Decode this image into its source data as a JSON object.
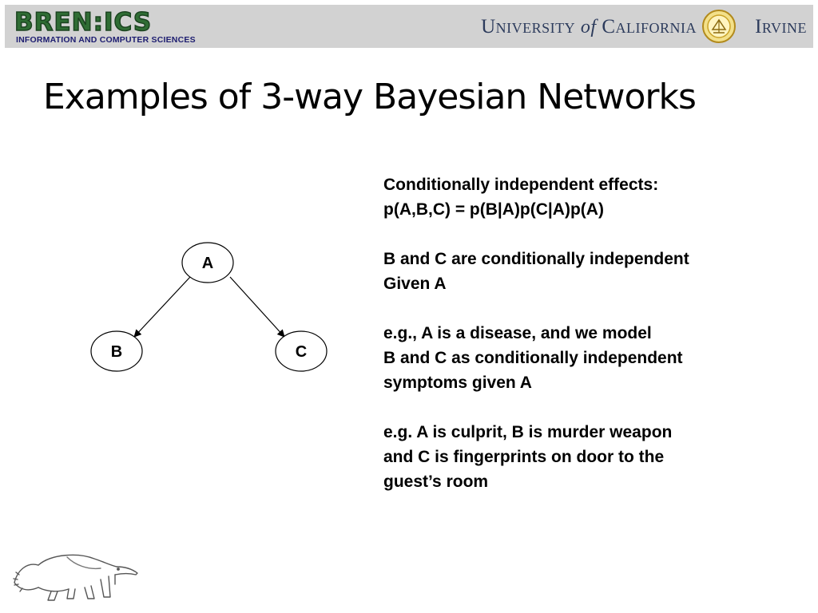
{
  "header": {
    "bren_logo_text": "BREN:ICS",
    "bren_subtitle": "INFORMATION AND COMPUTER SCIENCES",
    "uci_university": "University",
    "uci_of": "of",
    "uci_california": "California",
    "uci_irvine": "Irvine"
  },
  "title": "Examples of 3-way Bayesian Networks",
  "diagram": {
    "nodes": [
      {
        "id": "A",
        "label": "A"
      },
      {
        "id": "B",
        "label": "B"
      },
      {
        "id": "C",
        "label": "C"
      }
    ],
    "edges": [
      {
        "from": "A",
        "to": "B"
      },
      {
        "from": "A",
        "to": "C"
      }
    ]
  },
  "text": {
    "para1": [
      "Conditionally independent effects:",
      "p(A,B,C) = p(B|A)p(C|A)p(A)"
    ],
    "para2": [
      "B and C are conditionally independent",
      "Given A"
    ],
    "para3": [
      "e.g., A is a disease, and we model",
      "B and C as conditionally independent",
      "symptoms given A"
    ],
    "para4": [
      "e.g. A is culprit, B is murder weapon",
      "and C is fingerprints on door to the",
      "guest’s room"
    ]
  },
  "colors": {
    "header_bg": "#d2d2d2",
    "bren_green": "#2f6d34",
    "bren_navy": "#1d1d70",
    "uci_navy": "#2c3b5c",
    "uci_gold": "#c9a227"
  },
  "icons": [
    "bren-ics-logo",
    "uci-seal-icon",
    "anteater-icon"
  ]
}
